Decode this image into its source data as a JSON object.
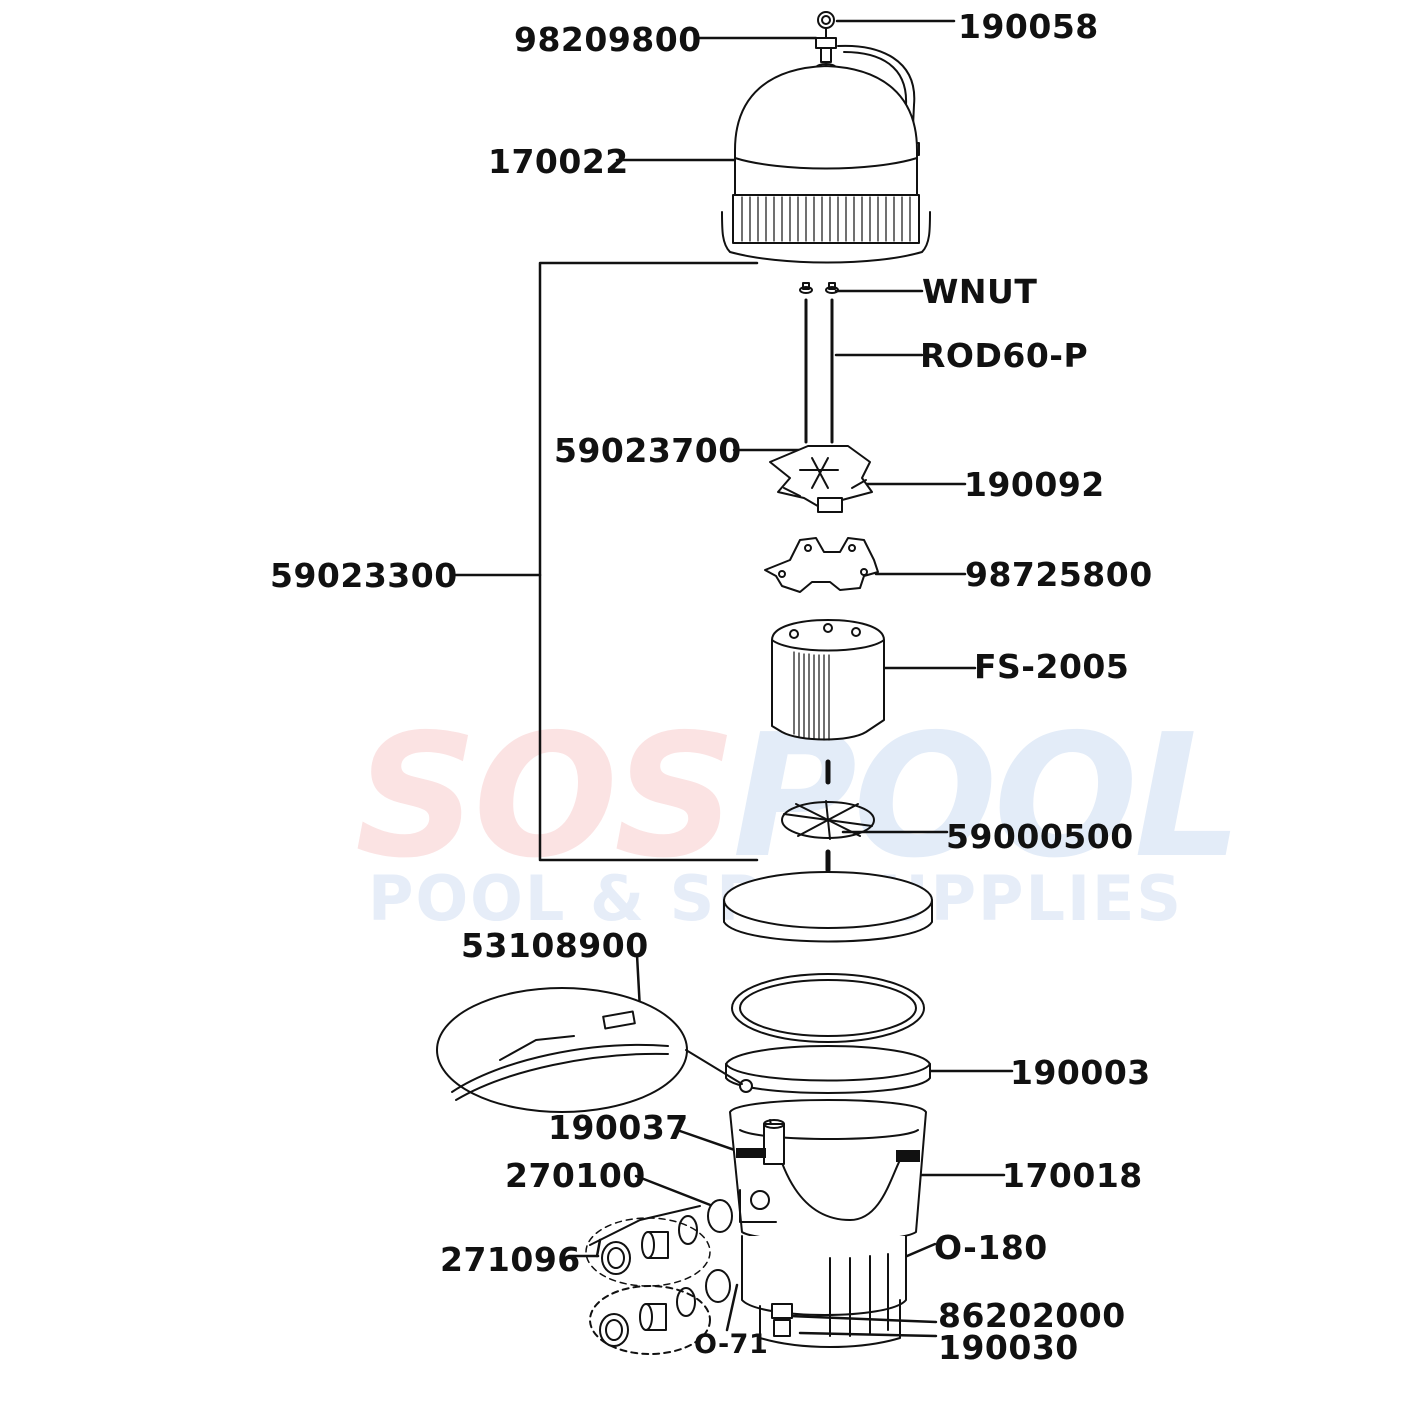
{
  "watermark": {
    "word1": "SOS",
    "word2": "POOL",
    "tagline": "POOL & SPA SUPPLIES",
    "color1": "#fbe3e3",
    "color2": "#e3ecf8",
    "tagline_color": "#e6edf8"
  },
  "labels": {
    "p190058": "190058",
    "p98209800": "98209800",
    "p170022": "170022",
    "wnut": "WNUT",
    "rod60p": "ROD60-P",
    "p59023700": "59023700",
    "p190092": "190092",
    "p59023300": "59023300",
    "p98725800": "98725800",
    "fs2005": "FS-2005",
    "p59000500": "59000500",
    "p53108900": "53108900",
    "p190003": "190003",
    "p190037": "190037",
    "p170018": "170018",
    "p270100": "270100",
    "o180": "O-180",
    "p271096": "271096",
    "p86202000": "86202000",
    "o71": "O-71",
    "p190030": "190030"
  },
  "colors": {
    "line": "#111111",
    "fill": "#ffffff"
  }
}
